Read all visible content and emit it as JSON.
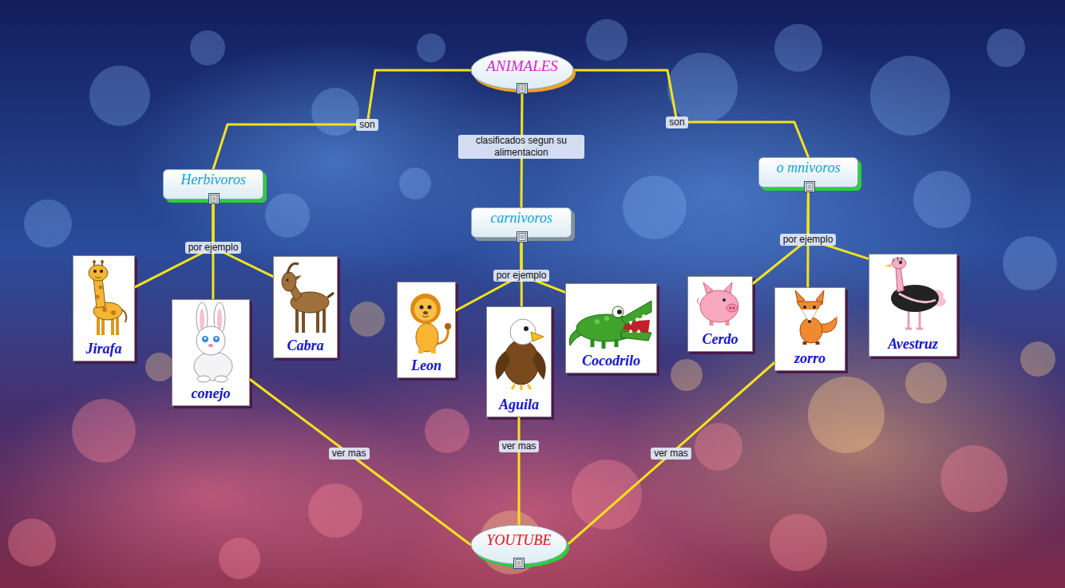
{
  "diagram": {
    "nodes": [
      {
        "text": [
          "ANIMALES"
        ]
      },
      {
        "text": [
          "Herbivoros"
        ]
      },
      {
        "text": [
          "carnivoros"
        ]
      },
      {
        "text": [
          "o mnivoros"
        ]
      },
      {
        "text": [
          "Jirafa"
        ]
      },
      {
        "text": [
          "conejo"
        ]
      },
      {
        "text": [
          "Cabra"
        ]
      },
      {
        "text": [
          "Leon"
        ]
      },
      {
        "text": [
          "Aguila"
        ]
      },
      {
        "text": [
          "Cocodrilo"
        ]
      },
      {
        "text": [
          "Cerdo"
        ]
      },
      {
        "text": [
          "zorro"
        ]
      },
      {
        "text": [
          "Avestruz"
        ]
      },
      {
        "text": [
          "YOUTUBE"
        ]
      }
    ],
    "edges": [
      {
        "from": 0,
        "to": 1,
        "label": "son",
        "arrow": "none"
      },
      {
        "from": 0,
        "to": 2,
        "label": "clasificados segun su alimentacion",
        "arrow": "none"
      },
      {
        "from": 0,
        "to": 3,
        "label": "son",
        "arrow": "none"
      },
      {
        "from": 1,
        "to": 4,
        "arrow": "none"
      },
      {
        "from": 1,
        "to": 5,
        "label": "por ejemplo",
        "arrow": "none"
      },
      {
        "from": 1,
        "to": 6,
        "arrow": "none"
      },
      {
        "from": 2,
        "to": 7,
        "arrow": "none"
      },
      {
        "from": 2,
        "to": 8,
        "label": "por ejemplo",
        "arrow": "none"
      },
      {
        "from": 2,
        "to": 9,
        "arrow": "none"
      },
      {
        "from": 3,
        "to": 10,
        "arrow": "none"
      },
      {
        "from": 3,
        "to": 11,
        "label": "por ejemplo",
        "arrow": "none"
      },
      {
        "from": 3,
        "to": 12,
        "arrow": "none"
      },
      {
        "from": 5,
        "to": 13,
        "label": "ver mas",
        "arrow": "none"
      },
      {
        "from": 8,
        "to": 13,
        "label": "ver mas",
        "arrow": "none"
      },
      {
        "from": 11,
        "to": 13,
        "label": "ver mas",
        "arrow": "none"
      }
    ]
  }
}
